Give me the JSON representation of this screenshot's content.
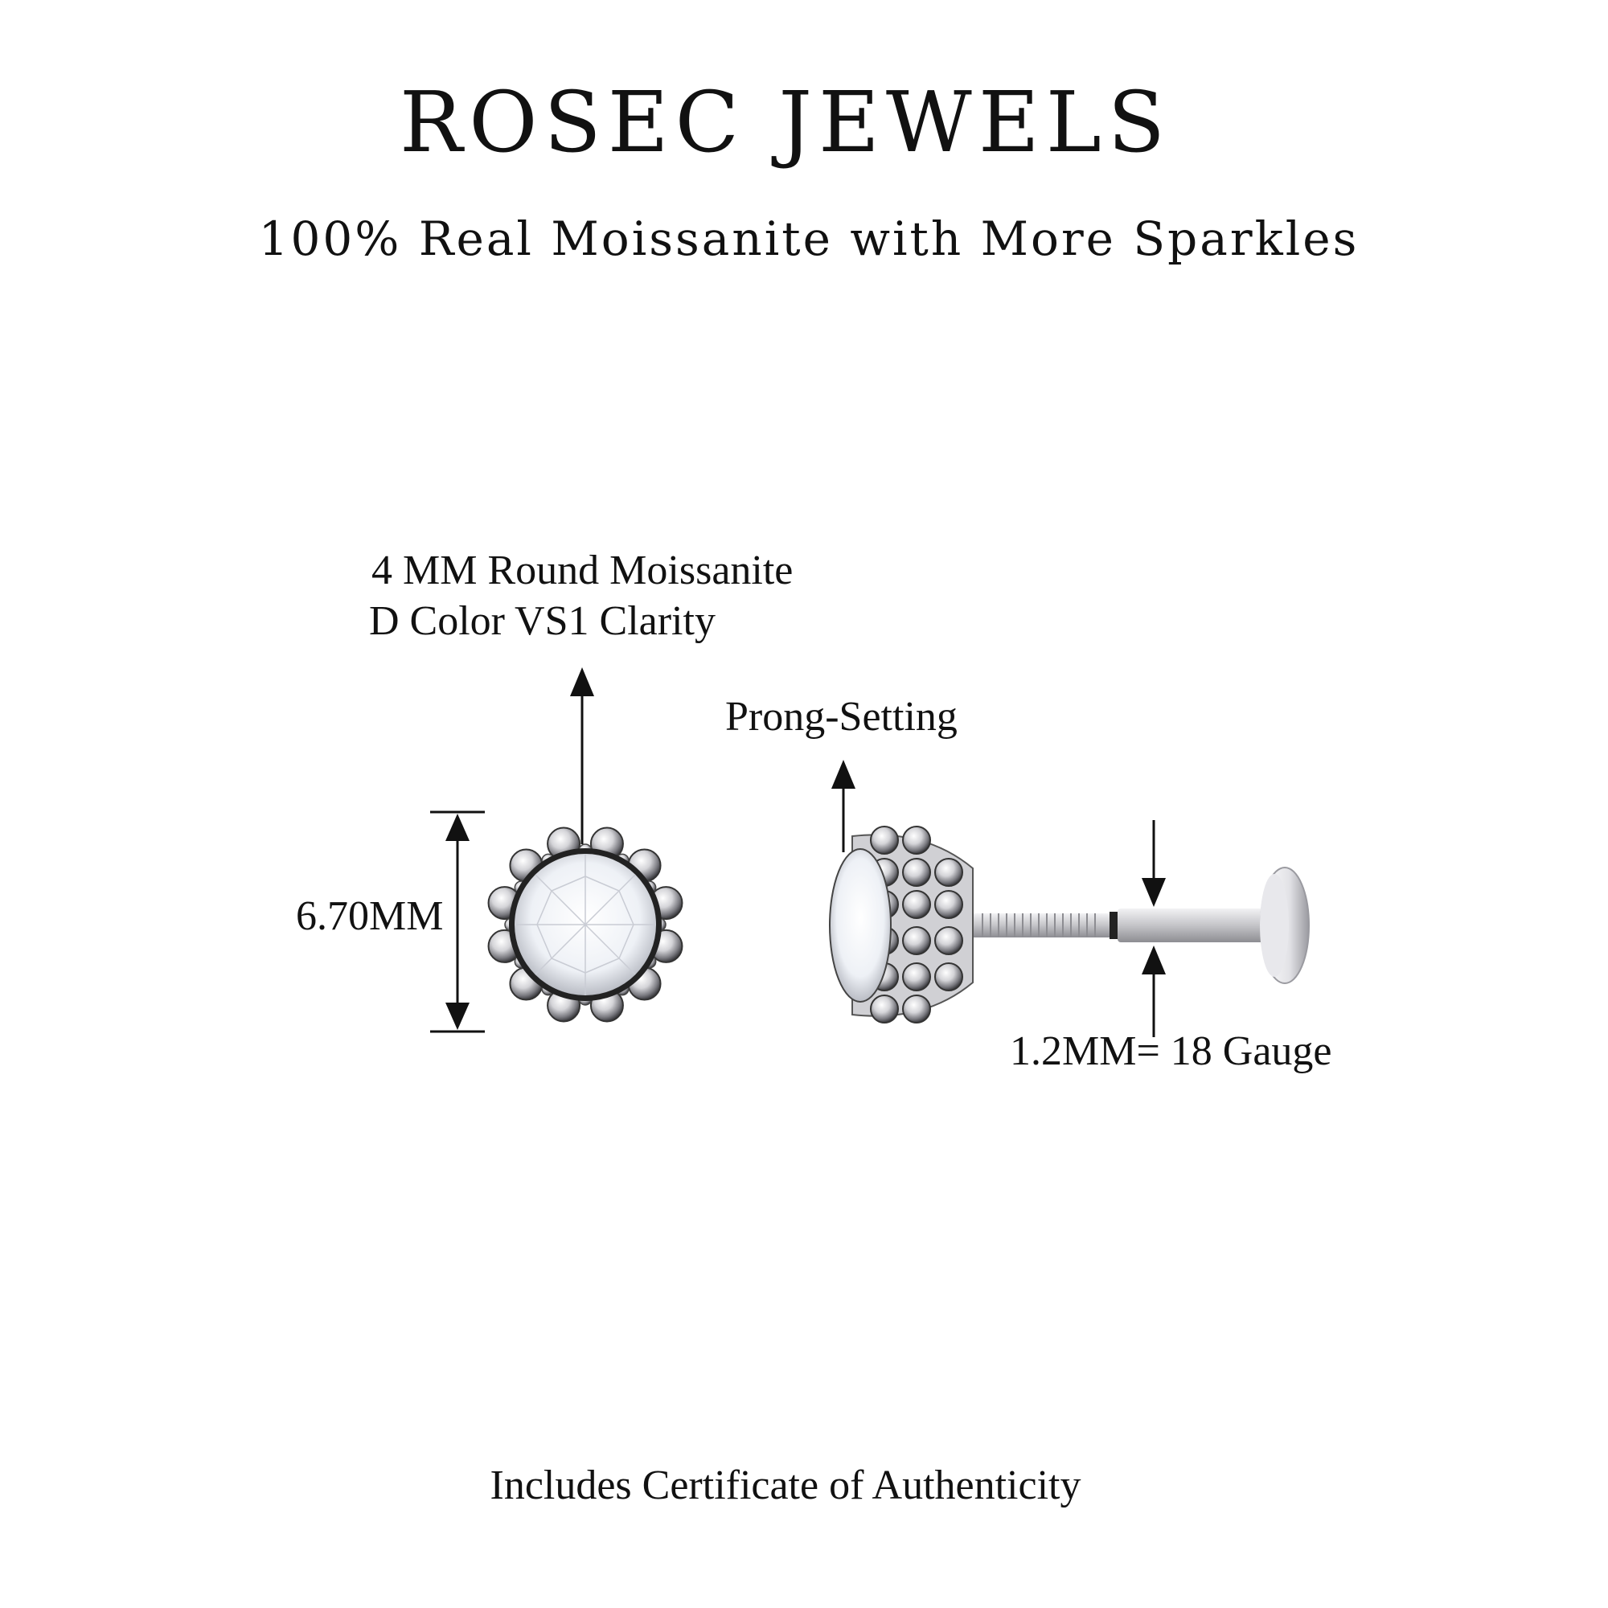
{
  "brand": {
    "name": "ROSEC JEWELS",
    "tagline": "100% Real Moissanite with More Sparkles"
  },
  "callouts": {
    "stone_line1": "4 MM Round Moissanite",
    "stone_line2": "D Color VS1 Clarity",
    "setting": "Prong-Setting",
    "height": "6.70MM",
    "gauge": "1.2MM= 18 Gauge"
  },
  "footer": {
    "certificate": "Includes Certificate of Authenticity"
  },
  "colors": {
    "text": "#111111",
    "metal": "#c8c8cc",
    "stone": "#f4f6fa"
  }
}
